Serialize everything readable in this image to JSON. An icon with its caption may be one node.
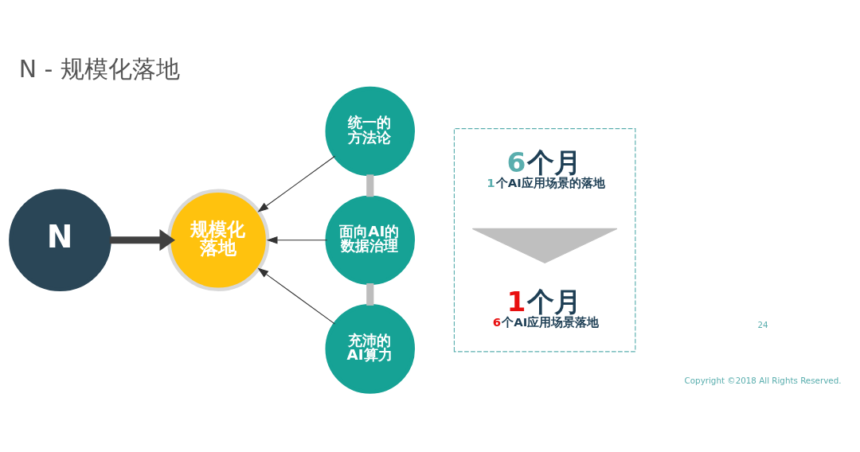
{
  "diagram": {
    "title": "N - 规模化落地",
    "nodes": [
      {
        "text": [
          "N"
        ]
      },
      {
        "text": [
          "规模化落地"
        ]
      },
      {
        "text": [
          "统一的方法论"
        ]
      },
      {
        "text": [
          "面向AI的数据治理"
        ]
      },
      {
        "text": [
          "充沛的AI算力"
        ]
      },
      {
        "text": [],
        "shape": "box"
      },
      {
        "text": [
          "6个月",
          "1个AI应用场景的落地"
        ],
        "in": 5
      },
      {
        "text": [],
        "shape": "triangle",
        "in": 5
      },
      {
        "text": [
          "1个月",
          "6个AI应用场景落地"
        ],
        "in": 5
      }
    ],
    "edges": [
      {
        "from": 0,
        "to": 1,
        "arrow": "to",
        "style": "thick",
        "color": "#404040"
      },
      {
        "from": 2,
        "to": 1,
        "arrow": "to"
      },
      {
        "from": 3,
        "to": 1,
        "arrow": "to"
      },
      {
        "from": 4,
        "to": 1,
        "arrow": "to"
      },
      {
        "from": 2,
        "to": 3,
        "arrow": "none",
        "style": "thick",
        "color": "#bdbdbd"
      },
      {
        "from": 3,
        "to": 4,
        "arrow": "none",
        "style": "thick",
        "color": "#bdbdbd"
      }
    ],
    "labels": [
      "Copyright ©2018 All Rights Reserved.",
      "24"
    ]
  }
}
